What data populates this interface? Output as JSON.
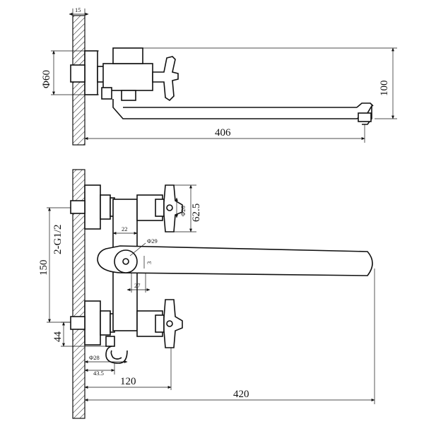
{
  "dimensions": {
    "wall_thickness": "15",
    "diameter_top": "Φ60",
    "height_total": "100",
    "spout_reach_top": "406",
    "handle_diameter": "Φ26",
    "handle_height": "62.5",
    "thread": "2-G1/2",
    "center_distance": "150",
    "offset_22": "22",
    "spout_diameter": "Φ29",
    "offset_3": "3",
    "offset_27": "27",
    "height_44": "44",
    "shower_outlet_diameter": "Φ28",
    "offset_43_5": "43.5",
    "depth_120": "120",
    "spout_reach_bottom": "420"
  }
}
